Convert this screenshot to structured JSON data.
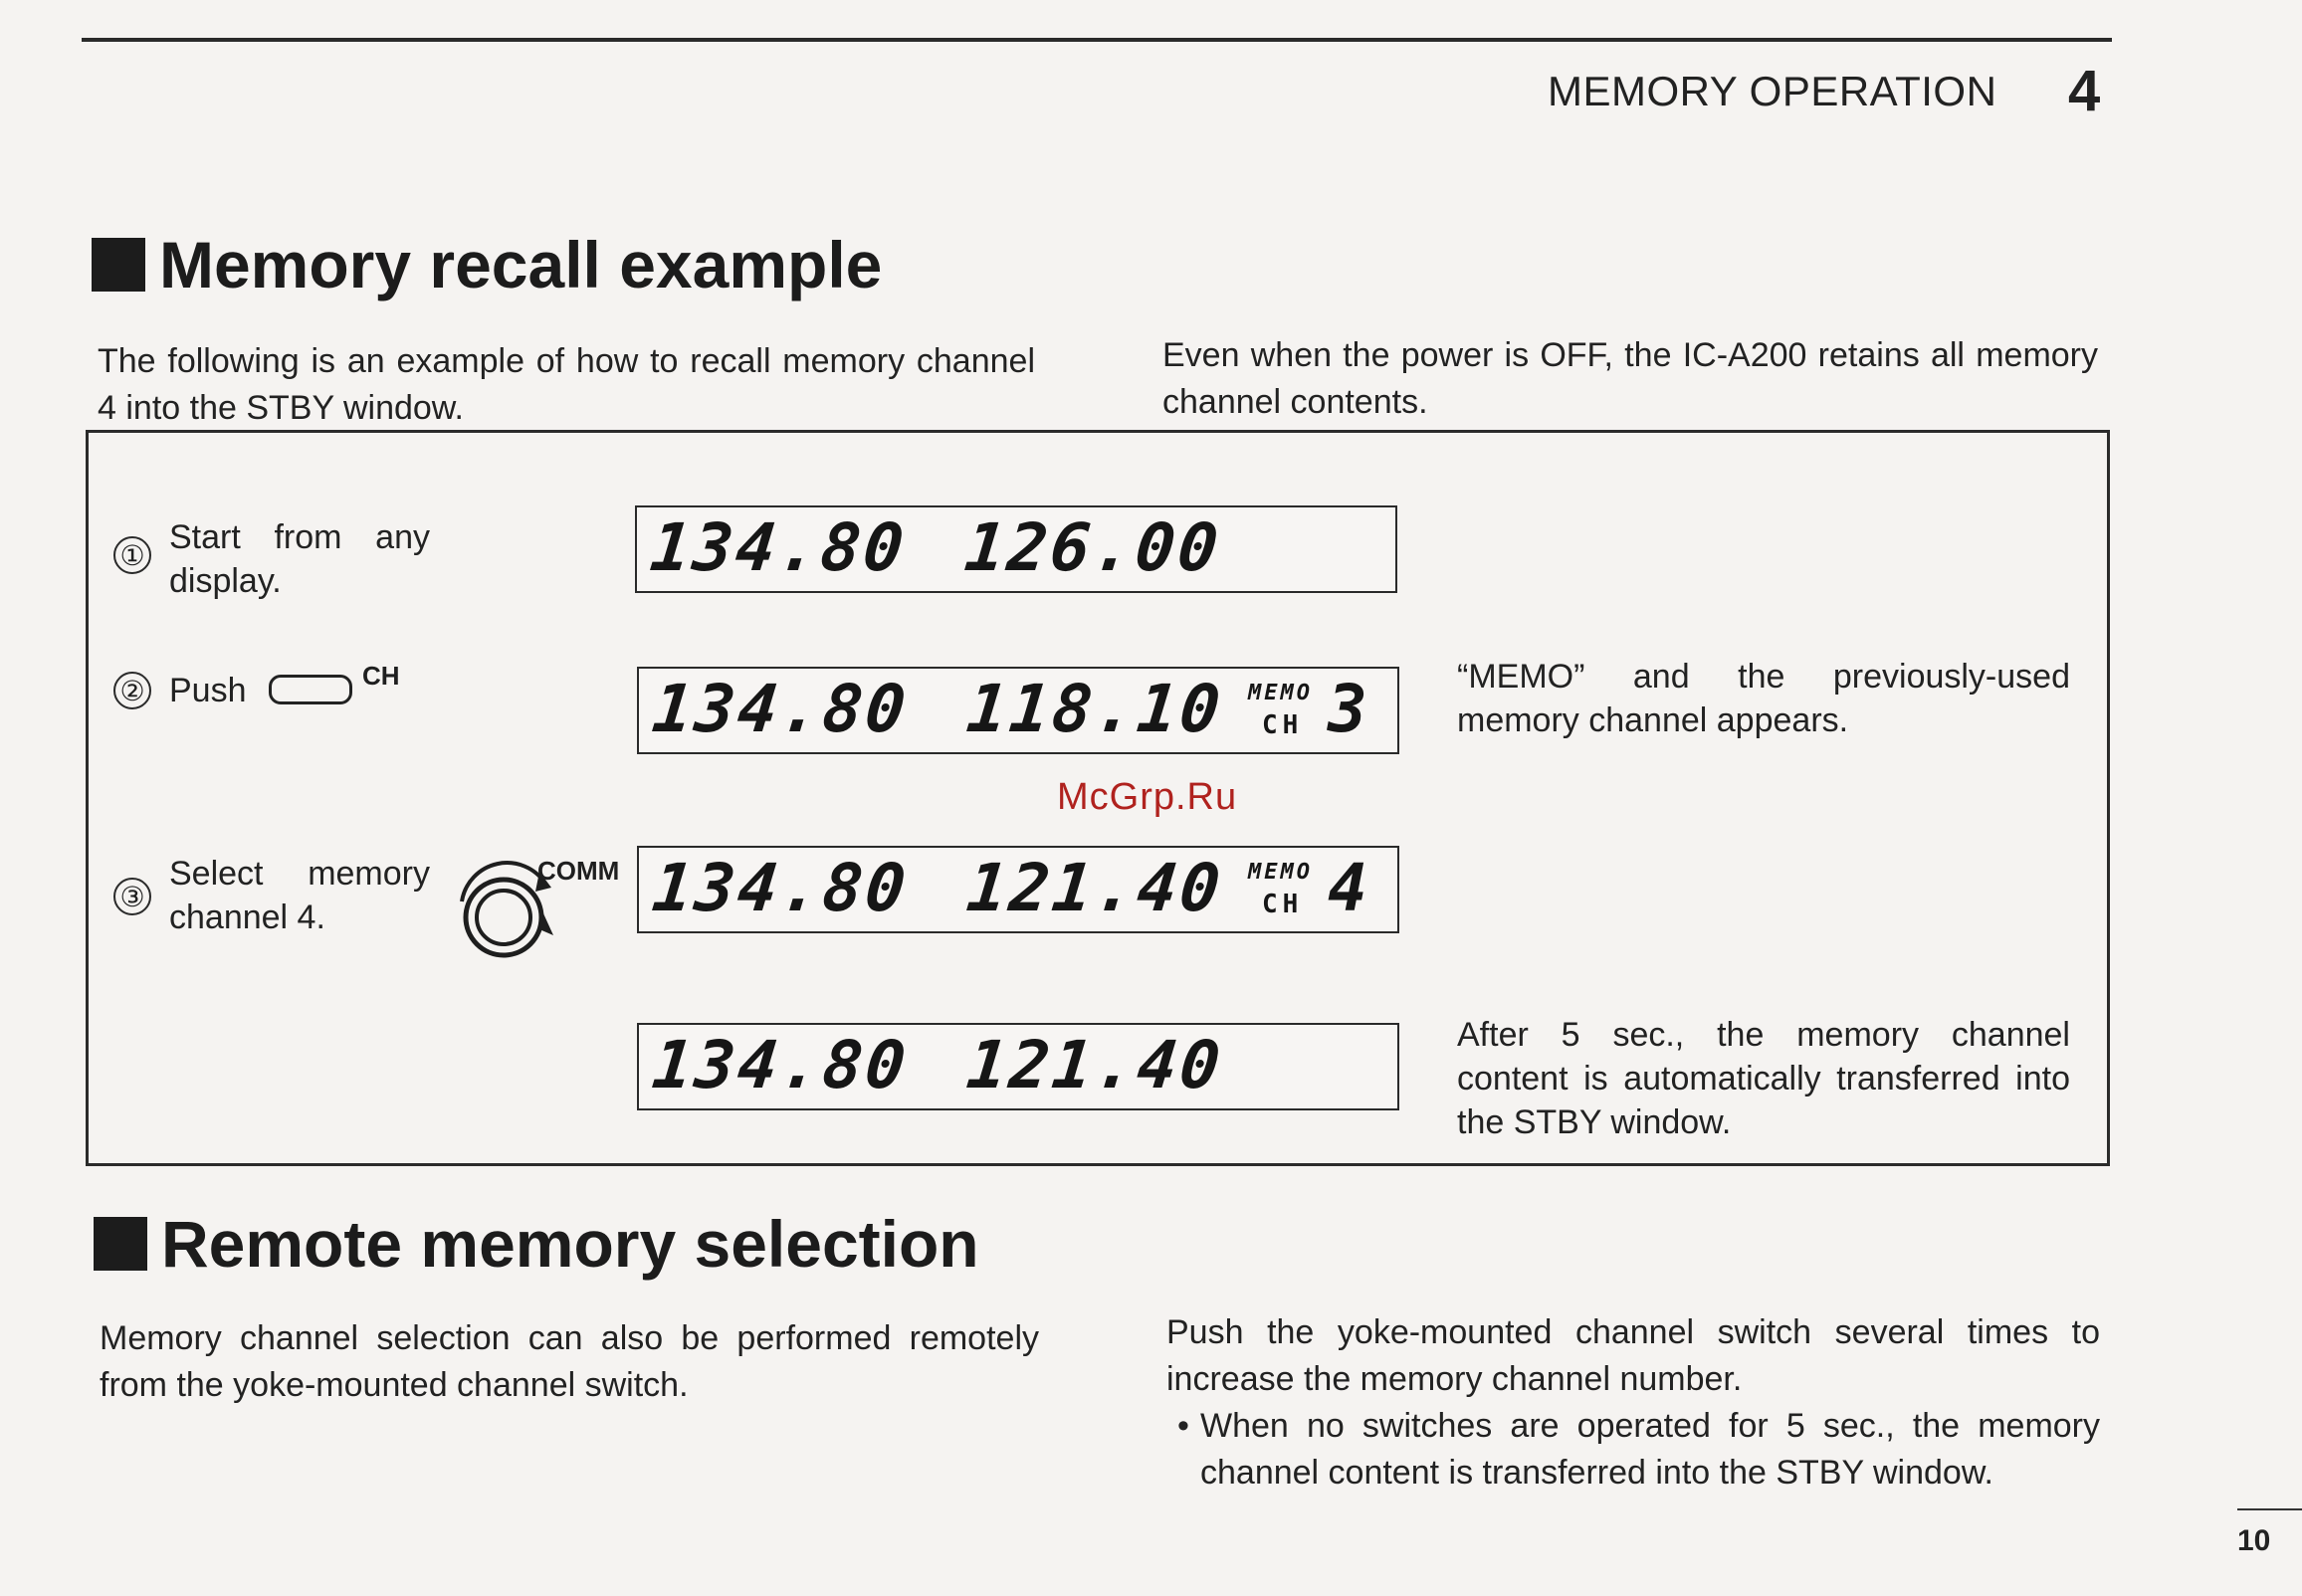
{
  "header": {
    "section_title": "MEMORY OPERATION",
    "section_number": "4"
  },
  "memory_recall": {
    "heading": "Memory recall example",
    "intro_left": "The following is an example of how to recall memory channel 4 into the STBY window.",
    "intro_right": "Even when the power is OFF, the IC-A200 retains all memory channel contents.",
    "steps": [
      {
        "number": "①",
        "line1_a": "Start",
        "line1_b": "from",
        "line1_c": "any",
        "line2": "display."
      },
      {
        "number": "②",
        "label": "Push",
        "button_label": "CH"
      },
      {
        "number": "③",
        "line1_a": "Select",
        "line1_b": "memory",
        "line2": "channel 4.",
        "knob_label": "COMM"
      }
    ],
    "displays": [
      {
        "active": "134.80",
        "standby": "126.00"
      },
      {
        "active": "134.80",
        "standby": "118.10",
        "memo": "MEMO",
        "ch": "CH",
        "ch_num": "3"
      },
      {
        "active": "134.80",
        "standby": "121.40",
        "memo": "MEMO",
        "ch": "CH",
        "ch_num": "4"
      },
      {
        "active": "134.80",
        "standby": "121.40"
      }
    ],
    "note_memo": "“MEMO” and the previously-used memory channel appears.",
    "note_transfer": "After 5 sec., the memory channel content is automatically transferred into the STBY window."
  },
  "remote_selection": {
    "heading": "Remote memory selection",
    "left_text": "Memory channel selection can also be performed remotely from the yoke-mounted channel switch.",
    "right_text": "Push the yoke-mounted channel switch several times to increase the memory channel number.",
    "bullet": "When no switches are operated for 5 sec., the memory channel content is transferred into the STBY window."
  },
  "watermark": "McGrp.Ru",
  "page_number": "10"
}
